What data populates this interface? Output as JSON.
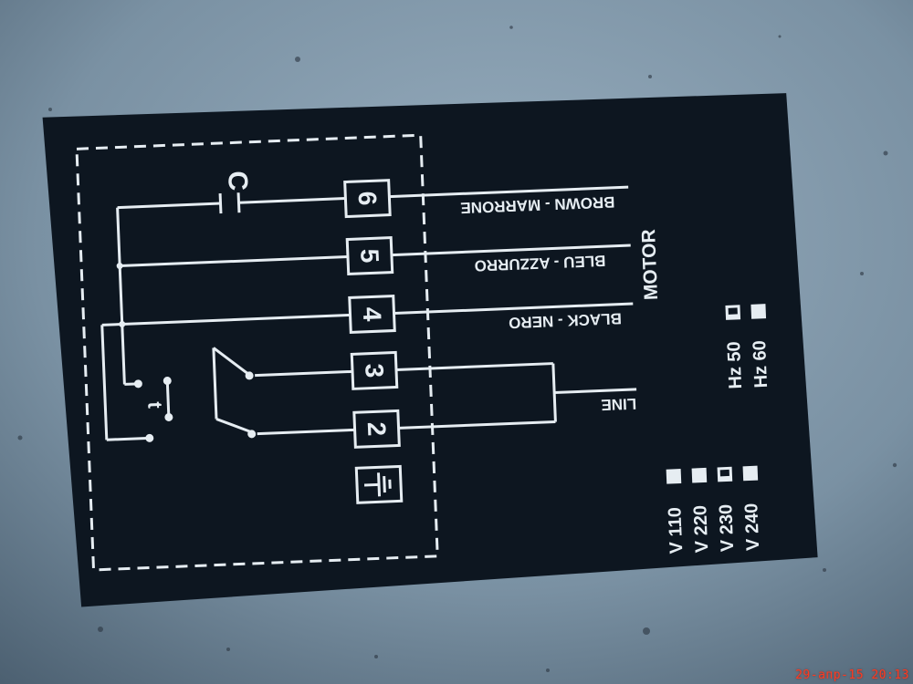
{
  "terminals": [
    "6",
    "5",
    "4",
    "3",
    "2"
  ],
  "capacitor_label": "C",
  "thermal_label": "t",
  "wire_labels": {
    "brown": "BROWN - MARRONE",
    "blue": "BLEU - AZZURRO",
    "black": "BLACK - NERO",
    "line": "LINE",
    "motor": "MOTOR"
  },
  "frequency_options": [
    {
      "label": "Hz 50",
      "checked": true
    },
    {
      "label": "Hz 60",
      "checked": false
    }
  ],
  "voltage_options": [
    {
      "label": "V 110",
      "checked": false
    },
    {
      "label": "V 220",
      "checked": false
    },
    {
      "label": "V 230",
      "checked": true
    },
    {
      "label": "V 240",
      "checked": false
    }
  ],
  "date_stamp": "29-апр-15 20:13",
  "colors": {
    "plate": "#0d1620",
    "ink": "#e6edf2",
    "wall": "#6f8698",
    "stamp": "#ff3b1f"
  }
}
